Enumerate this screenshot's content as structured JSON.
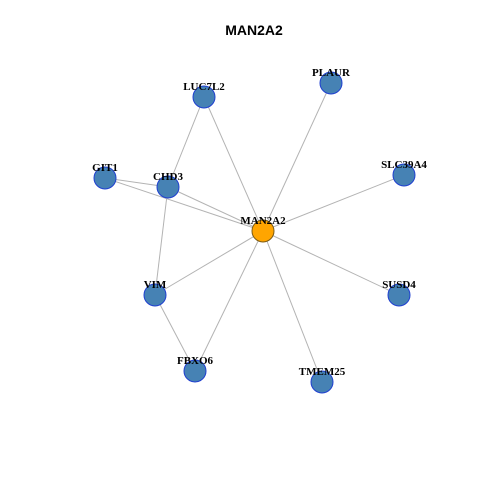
{
  "title": "MAN2A2",
  "colors": {
    "center_fill": "#FFA500",
    "center_stroke": "#7a5a14",
    "node_fill": "#4682B4",
    "node_stroke": "#1f3fd0",
    "edge": "#b3b3b3"
  },
  "network": {
    "nodes": [
      {
        "id": "MAN2A2",
        "label": "MAN2A2",
        "center": true
      },
      {
        "id": "LUC7L2",
        "label": "LUC7L2"
      },
      {
        "id": "PLAUR",
        "label": "PLAUR"
      },
      {
        "id": "GIT1",
        "label": "GIT1"
      },
      {
        "id": "CHD3",
        "label": "CHD3"
      },
      {
        "id": "SLC39A4",
        "label": "SLC39A4"
      },
      {
        "id": "VIM",
        "label": "VIM"
      },
      {
        "id": "SUSD4",
        "label": "SUSD4"
      },
      {
        "id": "FBXO6",
        "label": "FBXO6"
      },
      {
        "id": "TMEM25",
        "label": "TMEM25"
      }
    ],
    "edges": [
      [
        "LUC7L2",
        "CHD3"
      ],
      [
        "LUC7L2",
        "MAN2A2"
      ],
      [
        "PLAUR",
        "MAN2A2"
      ],
      [
        "GIT1",
        "CHD3"
      ],
      [
        "GIT1",
        "MAN2A2"
      ],
      [
        "CHD3",
        "MAN2A2"
      ],
      [
        "CHD3",
        "VIM"
      ],
      [
        "SLC39A4",
        "MAN2A2"
      ],
      [
        "VIM",
        "MAN2A2"
      ],
      [
        "VIM",
        "FBXO6"
      ],
      [
        "SUSD4",
        "MAN2A2"
      ],
      [
        "FBXO6",
        "MAN2A2"
      ],
      [
        "TMEM25",
        "MAN2A2"
      ]
    ]
  }
}
